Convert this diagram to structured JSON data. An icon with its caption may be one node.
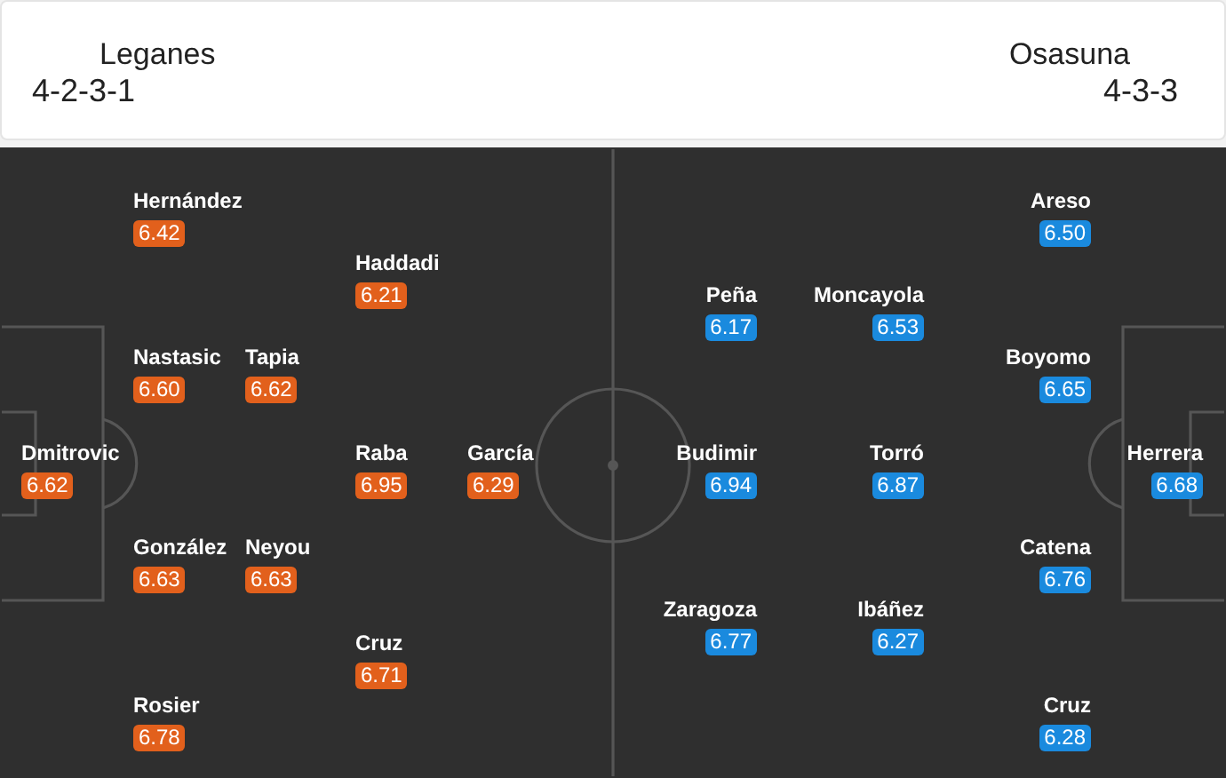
{
  "diagram": {
    "nodes": [
      {
        "text": [
          "Dmitrovic",
          "6.62"
        ]
      },
      {
        "text": [
          "Hernández",
          "6.42"
        ]
      },
      {
        "text": [
          "Nastasic",
          "6.60"
        ]
      },
      {
        "text": [
          "González",
          "6.63"
        ]
      },
      {
        "text": [
          "Rosier",
          "6.78"
        ]
      },
      {
        "text": [
          "Tapia",
          "6.62"
        ]
      },
      {
        "text": [
          "Neyou",
          "6.63"
        ]
      },
      {
        "text": [
          "Haddadi",
          "6.21"
        ]
      },
      {
        "text": [
          "Raba",
          "6.95"
        ]
      },
      {
        "text": [
          "Cruz",
          "6.71"
        ]
      },
      {
        "text": [
          "García",
          "6.29"
        ]
      },
      {
        "text": [
          "Herrera",
          "6.68"
        ]
      },
      {
        "text": [
          "Areso",
          "6.50"
        ]
      },
      {
        "text": [
          "Boyomo",
          "6.65"
        ]
      },
      {
        "text": [
          "Catena",
          "6.76"
        ]
      },
      {
        "text": [
          "Cruz",
          "6.28"
        ]
      },
      {
        "text": [
          "Moncayola",
          "6.53"
        ]
      },
      {
        "text": [
          "Torró",
          "6.87"
        ]
      },
      {
        "text": [
          "Ibáñez",
          "6.27"
        ]
      },
      {
        "text": [
          "Peña",
          "6.17"
        ]
      },
      {
        "text": [
          "Budimir",
          "6.94"
        ]
      },
      {
        "text": [
          "Zaragoza",
          "6.77"
        ]
      }
    ],
    "labels": [
      "Leganes",
      "Osasuna",
      "4-2-3-1",
      "4-3-3"
    ]
  }
}
